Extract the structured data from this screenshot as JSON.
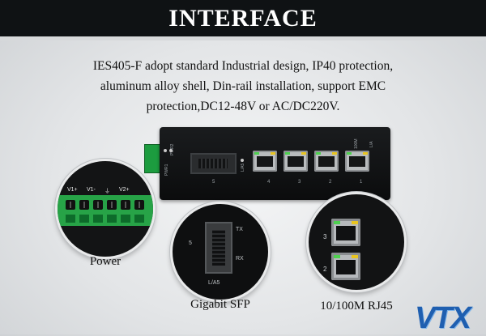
{
  "header": {
    "title": "INTERFACE"
  },
  "description": {
    "lines": [
      "IES405-F adopt standard Industrial design, IP40 protection,",
      "aluminum alloy shell, Din-rail installation, support EMC",
      "protection,DC12-48V or AC/DC220V."
    ]
  },
  "device": {
    "left_labels": [
      "PWR1",
      "PWR2",
      "L/A5"
    ],
    "sfp_port_number": "5",
    "rj45_port_numbers": [
      "4",
      "3",
      "2",
      "1"
    ],
    "speed_label": "100M",
    "la_label": "L/A"
  },
  "closeups": {
    "power": {
      "caption": "Power",
      "terminal_labels": [
        "V1+",
        "V1-",
        "⏚",
        "V2+"
      ]
    },
    "sfp": {
      "caption": "Gigabit SFP",
      "port_number": "5",
      "tx": "TX",
      "rx": "RX",
      "la": "L/A5"
    },
    "rj45": {
      "caption": "10/100M RJ45",
      "port_numbers": [
        "3",
        "2"
      ]
    }
  },
  "logo": {
    "text": "VTX"
  },
  "colors": {
    "header_bg": "#0f1214",
    "terminal_green": "#27a347",
    "led_green": "#4ed04f",
    "led_yellow": "#e9c520",
    "logo_blue": "#1f5fb0"
  }
}
